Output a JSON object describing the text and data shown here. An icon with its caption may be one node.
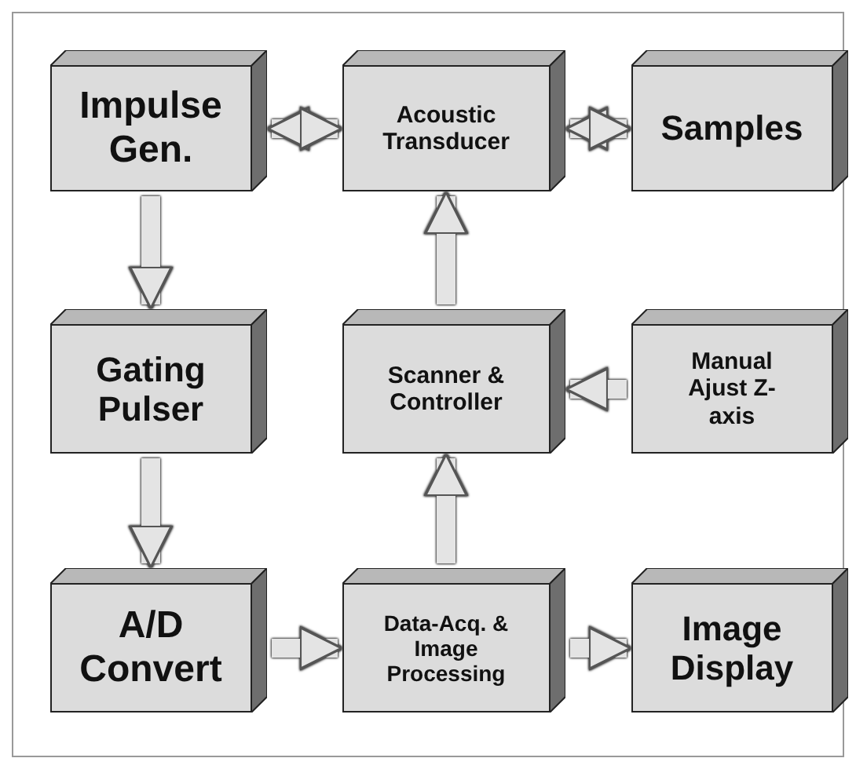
{
  "diagram": {
    "nodes": [
      {
        "text": [
          "Impulse Gen."
        ]
      },
      {
        "text": [
          "Acoustic Transducer"
        ]
      },
      {
        "text": [
          "Samples"
        ]
      },
      {
        "text": [
          "Gating Pulser"
        ]
      },
      {
        "text": [
          "Scanner & Controller"
        ]
      },
      {
        "text": [
          "Manual Ajust Z-axis"
        ]
      },
      {
        "text": [
          "A/D Convert"
        ]
      },
      {
        "text": [
          "Data-Acq. & Image Processing"
        ]
      },
      {
        "text": [
          "Image Display"
        ]
      }
    ],
    "edges": [
      {
        "from": 0,
        "to": 1,
        "arrow": "both"
      },
      {
        "from": 1,
        "to": 2,
        "arrow": "both"
      },
      {
        "from": 0,
        "to": 3,
        "arrow": "to"
      },
      {
        "from": 4,
        "to": 1,
        "arrow": "to"
      },
      {
        "from": 5,
        "to": 4,
        "arrow": "to"
      },
      {
        "from": 3,
        "to": 6,
        "arrow": "to"
      },
      {
        "from": 7,
        "to": 4,
        "arrow": "to"
      },
      {
        "from": 6,
        "to": 7,
        "arrow": "to"
      },
      {
        "from": 7,
        "to": 8,
        "arrow": "to"
      }
    ]
  }
}
